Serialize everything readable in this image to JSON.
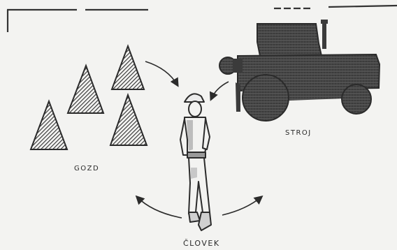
{
  "diagram": {
    "labels": {
      "forest": "GOZD",
      "machine": "STROJ",
      "human": "ČLOVEK"
    },
    "colors": {
      "ink": "#2b2b2b",
      "paper": "#f3f3f1",
      "hatch": "#3a3a3a"
    },
    "icons": [
      "tree-icon",
      "tractor-icon",
      "worker-icon",
      "cycle-arrow-icon"
    ]
  }
}
